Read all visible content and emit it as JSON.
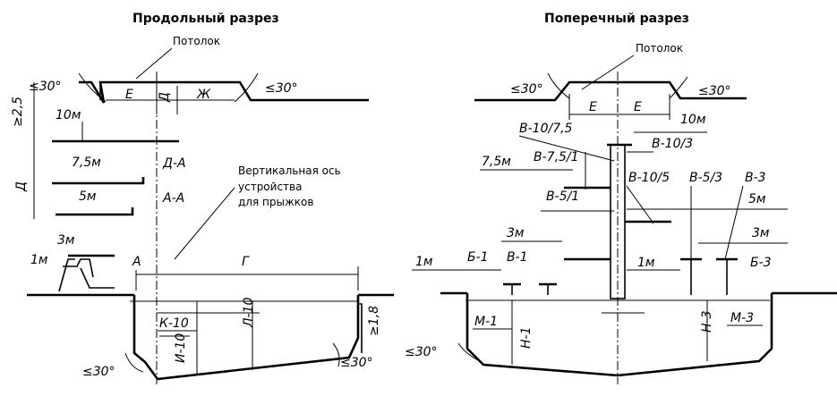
{
  "long_section": {
    "title": "Продольный разрез",
    "ceiling": "Потолок",
    "angle_left": "≤30°",
    "angle_right": "≤30°",
    "dim_e": "Е",
    "dim_d": "Д",
    "dim_zh": "Ж",
    "height_25": "≥2,5",
    "dim_d_vertical": "Д",
    "p10": "10м",
    "p75": "7,5м",
    "p5": "5м",
    "p3": "3м",
    "p1": "1м",
    "da": "Д-А",
    "aa": "А-А",
    "axis_note_1": "Вертикальная ось",
    "axis_note_2": "устройства",
    "axis_note_3": "для прыжков",
    "a": "А",
    "g": "Г",
    "k10": "К-10",
    "l10": "Л-10",
    "i10": "И-10",
    "depth18": "≥1,8",
    "angle_bottom_left": "≤30°",
    "angle_bottom_right": "≤30°"
  },
  "cross_section": {
    "title": "Поперечный разрез",
    "ceiling": "Потолок",
    "angle_left": "≤30°",
    "angle_right": "≤30°",
    "e1": "Е",
    "e2": "Е",
    "p10": "10м",
    "v10_75": "В-10/7,5",
    "v10_3": "В-10/3",
    "p75": "7,5м",
    "v75_1": "В-7,5/1",
    "v10_5": "В-10/5",
    "v5_3": "В-5/3",
    "v3": "В-3",
    "v5_1": "В-5/1",
    "p5": "5м",
    "p3_left": "3м",
    "p3_right": "3м",
    "p1_left": "1м",
    "p1_center": "1м",
    "b1a": "Б-1",
    "v1": "В-1",
    "b3": "Б-3",
    "m1": "М-1",
    "n1": "Н-1",
    "n3": "Н-3",
    "m3": "М-3",
    "angle_bottom": "≤30°"
  }
}
